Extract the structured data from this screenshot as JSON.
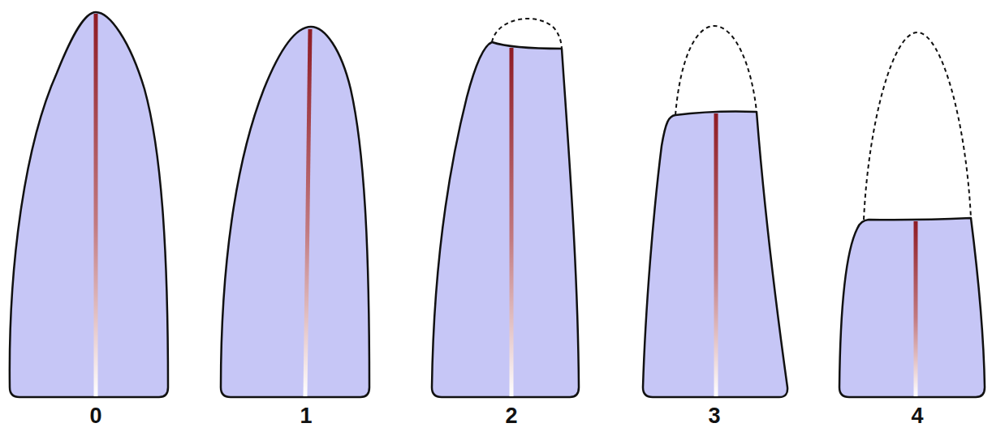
{
  "diagram": {
    "labels": [
      "0",
      "1",
      "2",
      "3",
      "4"
    ]
  }
}
